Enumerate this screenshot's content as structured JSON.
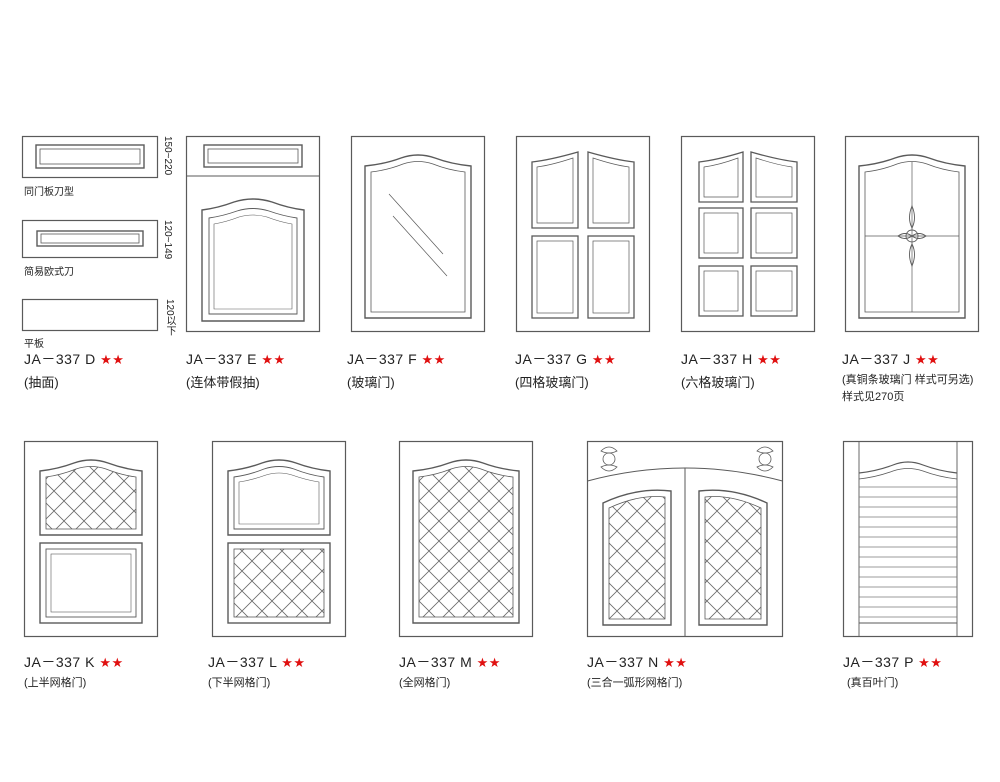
{
  "colors": {
    "star": "#e01010",
    "line": "#5a5a5a",
    "text": "#222222"
  },
  "drawer_profiles": [
    {
      "label": "同门板刀型",
      "dimension": "150~220"
    },
    {
      "label": "简易欧式刀",
      "dimension": "120~149"
    },
    {
      "label": "平板",
      "dimension": "120以下"
    }
  ],
  "doors": [
    {
      "code": "JA－337  D",
      "stars": "★★",
      "desc": "(抽面)"
    },
    {
      "code": "JA－337  E",
      "stars": "★★",
      "desc": "(连体带假抽)"
    },
    {
      "code": "JA－337  F",
      "stars": "★★",
      "desc": "(玻璃门)"
    },
    {
      "code": "JA－337  G",
      "stars": "★★",
      "desc": "(四格玻璃门)"
    },
    {
      "code": "JA－337  H",
      "stars": "★★",
      "desc": "(六格玻璃门)"
    },
    {
      "code": "JA－337  J",
      "stars": "★★",
      "desc": "(真铜条玻璃门  样式可另选)",
      "note": "样式见270页"
    },
    {
      "code": "JA－337  K",
      "stars": "★★",
      "desc": "(上半网格门)"
    },
    {
      "code": "JA－337  L",
      "stars": "★★",
      "desc": "(下半网格门)"
    },
    {
      "code": "JA－337  M",
      "stars": "★★",
      "desc": "(全网格门)"
    },
    {
      "code": "JA－337  N",
      "stars": "★★",
      "desc": "(三合一弧形网格门)"
    },
    {
      "code": "JA－337  P",
      "stars": "★★",
      "desc": "(真百叶门)"
    }
  ]
}
